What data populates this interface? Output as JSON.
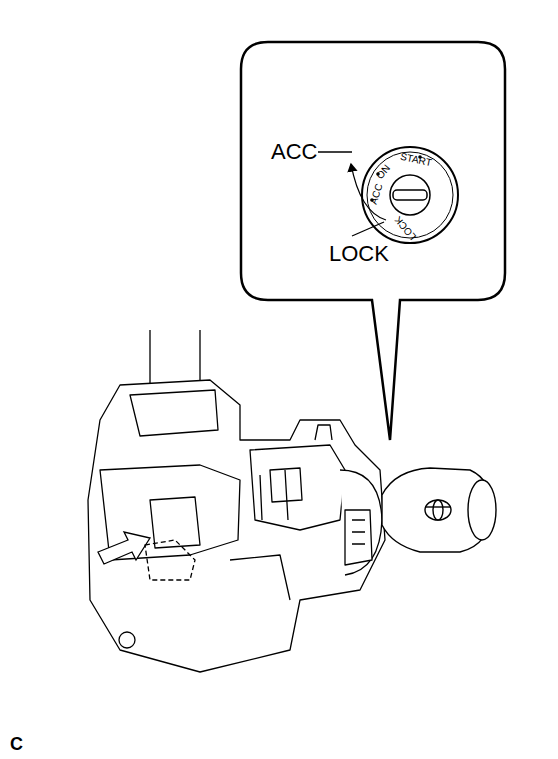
{
  "diagram": {
    "nodes": [
      {
        "text": [
          "ACC",
          "LOCK"
        ]
      },
      {
        "text": [
          "ACC",
          "ON",
          "START",
          "LOCK"
        ],
        "in": 0
      }
    ],
    "labels": [
      "C"
    ]
  }
}
